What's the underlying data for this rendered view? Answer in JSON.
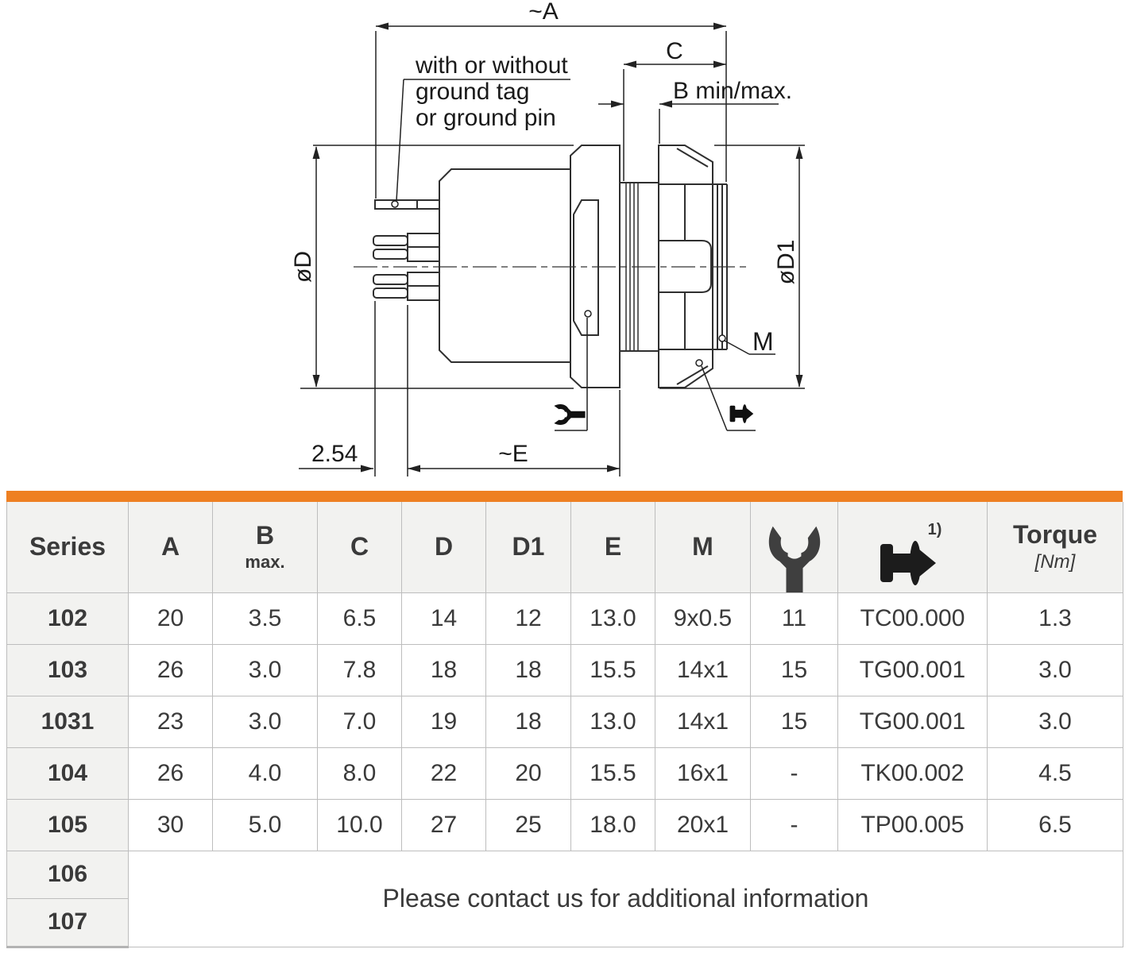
{
  "diagram": {
    "dim_a": "~A",
    "dim_c": "C",
    "dim_b": "B min/max.",
    "note_1": "with or without",
    "note_2": "ground tag",
    "note_3": "or ground pin",
    "dia_d": "øD",
    "dia_d1": "øD1",
    "thread_label": "M",
    "pitch": "2.54",
    "dim_e": "~E",
    "icons": {
      "left": "open-end-wrench-icon",
      "right": "mounting-tool-icon"
    }
  },
  "table": {
    "accent_color": "#EE8022",
    "headers": {
      "series": "Series",
      "a": "A",
      "b": "B",
      "b_sub": "max.",
      "c": "C",
      "d": "D",
      "d1": "D1",
      "e": "E",
      "m": "M",
      "tool_note": "1)",
      "torque": "Torque",
      "torque_unit": "[Nm]"
    },
    "rows": [
      {
        "series": "102",
        "a": "20",
        "b": "3.5",
        "c": "6.5",
        "d": "14",
        "d1": "12",
        "e": "13.0",
        "m": "9x0.5",
        "wrench": "11",
        "tool": "TC00.000",
        "torque": "1.3"
      },
      {
        "series": "103",
        "a": "26",
        "b": "3.0",
        "c": "7.8",
        "d": "18",
        "d1": "18",
        "e": "15.5",
        "m": "14x1",
        "wrench": "15",
        "tool": "TG00.001",
        "torque": "3.0"
      },
      {
        "series": "1031",
        "a": "23",
        "b": "3.0",
        "c": "7.0",
        "d": "19",
        "d1": "18",
        "e": "13.0",
        "m": "14x1",
        "wrench": "15",
        "tool": "TG00.001",
        "torque": "3.0"
      },
      {
        "series": "104",
        "a": "26",
        "b": "4.0",
        "c": "8.0",
        "d": "22",
        "d1": "20",
        "e": "15.5",
        "m": "16x1",
        "wrench": "-",
        "tool": "TK00.002",
        "torque": "4.5"
      },
      {
        "series": "105",
        "a": "30",
        "b": "5.0",
        "c": "10.0",
        "d": "27",
        "d1": "25",
        "e": "18.0",
        "m": "20x1",
        "wrench": "-",
        "tool": "TP00.005",
        "torque": "6.5"
      }
    ],
    "row_106": "106",
    "row_107": "107",
    "contact_note": "Please contact us for additional information"
  }
}
